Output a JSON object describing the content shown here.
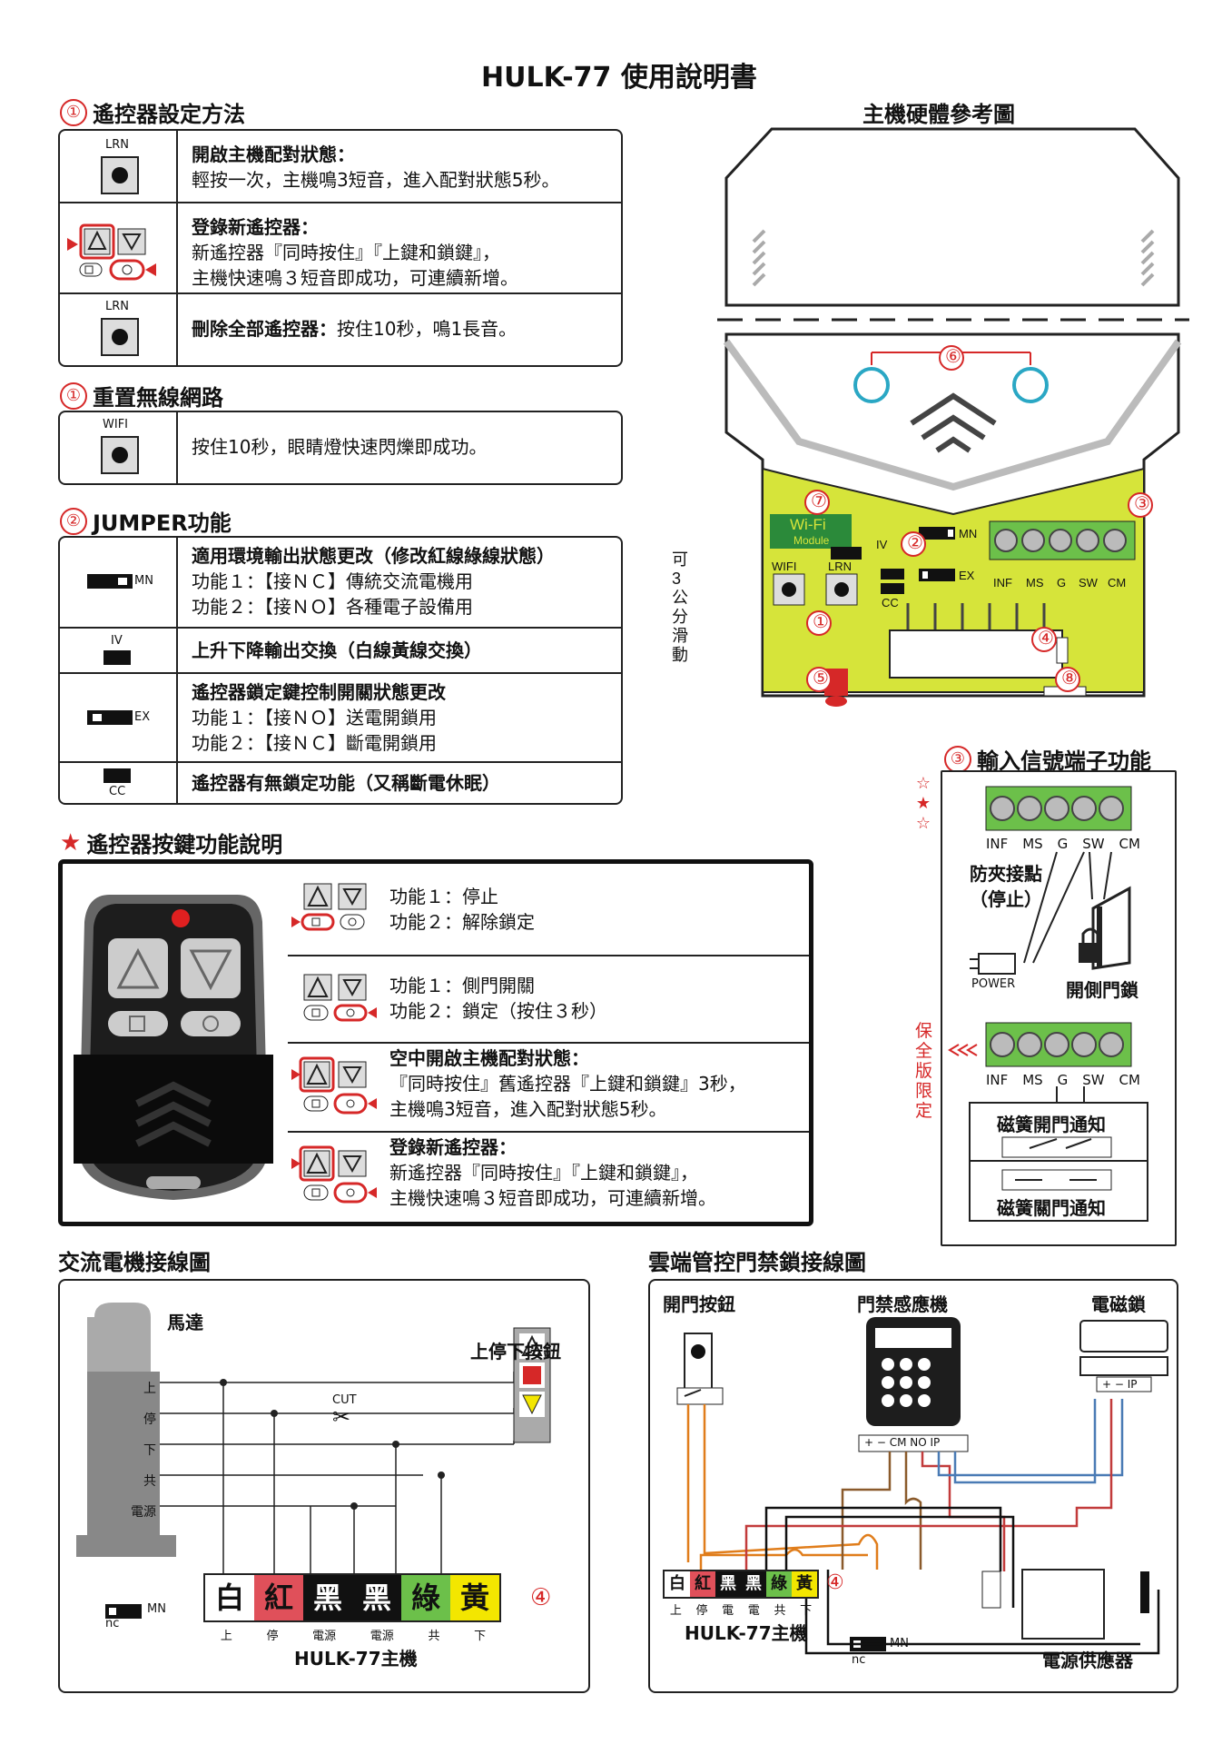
{
  "doc_title": "HULK-77 使用說明書",
  "s1": {
    "num": "①",
    "title": "遙控器設定方法",
    "rows": [
      {
        "icon_label": "LRN",
        "head": "開啟主機配對狀態：",
        "lines": [
          "輕按一次，主機鳴3短音，進入配對狀態5秒。"
        ]
      },
      {
        "head": "登錄新遙控器：",
        "lines": [
          "新遙控器『同時按住』『上鍵和鎖鍵』，",
          "主機快速鳴３短音即成功，可連續新增。"
        ]
      },
      {
        "icon_label": "LRN",
        "head": "刪除全部遙控器：",
        "tail": "按住10秒，鳴1長音。"
      }
    ]
  },
  "s_reset": {
    "num": "①",
    "title": "重置無線網路",
    "icon_label": "WIFI",
    "text": "按住10秒，眼睛燈快速閃爍即成功。"
  },
  "s2": {
    "num": "②",
    "title": "JUMPER功能",
    "rows": [
      {
        "icon_label": "MN",
        "head": "適用環境輸出狀態更改（修改紅線綠線狀態）",
        "lines": [
          "功能１：【接ＮＣ】傳統交流電機用",
          "功能２：【接ＮＯ】各種電子設備用"
        ]
      },
      {
        "icon_label": "IV",
        "head": "上升下降輸出交換（白線黃線交換）",
        "lines": []
      },
      {
        "icon_label": "EX",
        "head": "遙控器鎖定鍵控制開關狀態更改",
        "lines": [
          "功能１：【接ＮＯ】送電開鎖用",
          "功能２：【接ＮＣ】斷電開鎖用"
        ]
      },
      {
        "icon_label": "CC",
        "head": "遙控器有無鎖定功能（又稱斷電休眠）",
        "lines": []
      }
    ]
  },
  "remote": {
    "star": "★",
    "title": "遙控器按鍵功能說明",
    "rows": [
      {
        "lines": [
          "功能１：停止",
          "功能２：解除鎖定"
        ]
      },
      {
        "lines": [
          "功能１：側門開關",
          "功能２：鎖定（按住３秒）"
        ]
      },
      {
        "head": "空中開啟主機配對狀態：",
        "lines": [
          "『同時按住』舊遙控器『上鍵和鎖鍵』3秒，",
          "主機鳴3短音，進入配對狀態5秒。"
        ]
      },
      {
        "head": "登錄新遙控器：",
        "lines": [
          "新遙控器『同時按住』『上鍵和鎖鍵』，",
          "主機快速鳴３短音即成功，可連續新增。"
        ]
      }
    ]
  },
  "hardware": {
    "title": "主機硬體參考圖",
    "side_text": "可3公分滑動",
    "wifi_module": "Wi-Fi",
    "wifi_module2": "Module",
    "labels": {
      "iv": "IV",
      "mn": "MN",
      "ex": "EX",
      "cc": "CC",
      "wifi": "WIFI",
      "lrn": "LRN",
      "inf": "INF",
      "ms": "MS",
      "g": "G",
      "sw": "SW",
      "cm": "CM"
    },
    "nums": [
      "⑥",
      "⑦",
      "②",
      "③",
      "①",
      "④",
      "⑤",
      "⑧"
    ]
  },
  "s3": {
    "num": "③",
    "title": "輸入信號端子功能",
    "terms": [
      "INF",
      "MS",
      "G",
      "SW",
      "CM"
    ],
    "anti": "防夾接點",
    "stop": "（停止）",
    "power": "POWER",
    "sidelock": "開側門鎖",
    "vertical": "保全版限定",
    "open_notice": "磁簧開門通知",
    "close_notice": "磁簧關門通知",
    "stars": [
      "☆",
      "★",
      "☆"
    ]
  },
  "ac": {
    "title": "交流電機接線圖",
    "motor": "馬達",
    "button": "上停下按鈕",
    "cut": "CUT",
    "motor_rows": [
      "上",
      "停",
      "下",
      "共",
      "電源"
    ],
    "wires": [
      {
        "t": "白",
        "c": "#ffffff"
      },
      {
        "t": "紅",
        "c": "#e0505a"
      },
      {
        "t": "黑",
        "c": "#111111"
      },
      {
        "t": "黑",
        "c": "#111111"
      },
      {
        "t": "綠",
        "c": "#6cc04a"
      },
      {
        "t": "黃",
        "c": "#f3e600"
      }
    ],
    "wire_labels": [
      "上",
      "停",
      "電源",
      "電源",
      "共",
      "下"
    ],
    "unit": "HULK-77主機",
    "num": "④",
    "mn": "MN",
    "nc": "nc"
  },
  "cloud": {
    "title": "雲端管控門禁鎖接線圖",
    "open_btn": "開門按鈕",
    "reader": "門禁感應機",
    "maglock": "電磁鎖",
    "reader_term": "+ − CM NO IP",
    "lock_term": "+ − IP",
    "psu": "電源供應器",
    "wires": [
      {
        "t": "白",
        "c": "#ffffff"
      },
      {
        "t": "紅",
        "c": "#e0505a"
      },
      {
        "t": "黑",
        "c": "#111111"
      },
      {
        "t": "黑",
        "c": "#111111"
      },
      {
        "t": "綠",
        "c": "#6cc04a"
      },
      {
        "t": "黃",
        "c": "#f3e600"
      }
    ],
    "wire_labels": [
      "上",
      "停",
      "電",
      "電",
      "共",
      "下"
    ],
    "unit": "HULK-77主機",
    "num": "④",
    "mn": "MN",
    "nc": "nc"
  }
}
